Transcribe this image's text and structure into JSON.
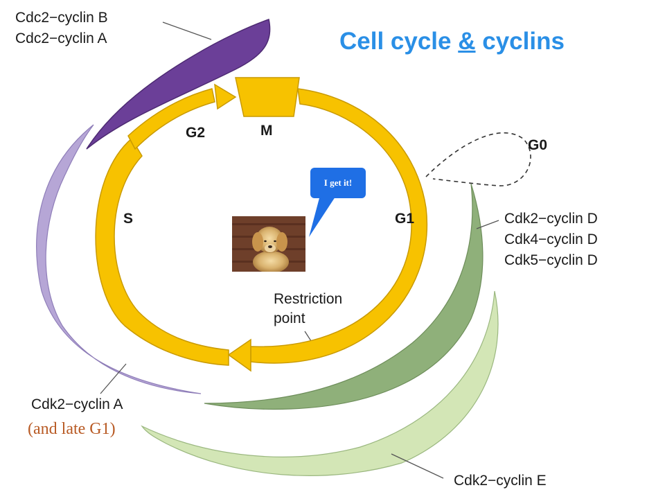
{
  "title": {
    "before": "Cell cycle ",
    "amp": "&",
    "after": " cyclins"
  },
  "phases": {
    "m": "M",
    "g2": "G2",
    "s": "S",
    "g1": "G1",
    "g0": "G0"
  },
  "restriction_point": {
    "line1": "Restriction",
    "line2": "point"
  },
  "complexes": {
    "cdc2_cyclin_b": "Cdc2−cyclin B",
    "cdc2_cyclin_a": "Cdc2−cyclin A",
    "cdk2_cyclin_d": "Cdk2−cyclin D",
    "cdk4_cyclin_d": "Cdk4−cyclin D",
    "cdk5_cyclin_d": "Cdk5−cyclin D",
    "cdk2_cyclin_a": "Cdk2−cyclin A",
    "cdk2_cyclin_e": "Cdk2−cyclin E"
  },
  "note": "(and late G1)",
  "speech_bubble": "I get it!",
  "colors": {
    "cycle": "#f7c200",
    "cycle_outline": "#c99a00",
    "cdc2_band": "#6b3f98",
    "cdk2a_band": "#b6a6d6",
    "cyclin_d_band": "#8fb07a",
    "cyclin_e_band": "#d3e6b6",
    "title": "#2a8fe6",
    "note": "#b85a24",
    "bubble": "#1f6fe5"
  },
  "icons": [
    "puppy-photo",
    "speech-bubble"
  ]
}
